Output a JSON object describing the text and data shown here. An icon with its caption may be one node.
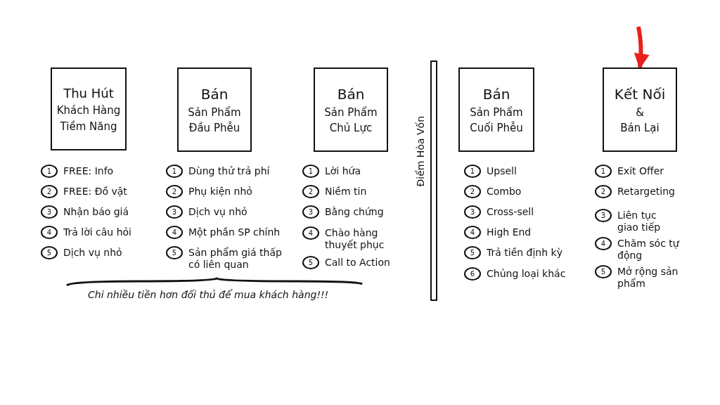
{
  "diagram": {
    "nodes": [
      {
        "text": [
          "Thu Hút",
          "Khách Hàng",
          "Tiềm Năng"
        ]
      },
      {
        "text": [
          "1"
        ],
        "beside": [
          "FREE: Info"
        ]
      },
      {
        "text": [
          "2"
        ],
        "beside": [
          "FREE: Đồ vật"
        ]
      },
      {
        "text": [
          "3"
        ],
        "beside": [
          "Nhận báo giá"
        ]
      },
      {
        "text": [
          "4"
        ],
        "beside": [
          "Trả lời câu hỏi"
        ]
      },
      {
        "text": [
          "5"
        ],
        "beside": [
          "Dịch vụ nhỏ"
        ]
      },
      {
        "text": [
          "Bán",
          "Sản Phẩm",
          "Đầu Phễu"
        ]
      },
      {
        "text": [
          "1"
        ],
        "beside": [
          "Dùng thử trả phí"
        ]
      },
      {
        "text": [
          "2"
        ],
        "beside": [
          "Phụ kiện nhỏ"
        ]
      },
      {
        "text": [
          "3"
        ],
        "beside": [
          "Dịch vụ nhỏ"
        ]
      },
      {
        "text": [
          "4"
        ],
        "beside": [
          "Một phần SP chính"
        ]
      },
      {
        "text": [
          "5"
        ],
        "beside": [
          "Sản phẩm giá thấp có liên quan"
        ]
      },
      {
        "text": [
          "Bán",
          "Sản Phẩm",
          "Chủ Lực"
        ]
      },
      {
        "text": [
          "1"
        ],
        "beside": [
          "Lời hứa"
        ]
      },
      {
        "text": [
          "2"
        ],
        "beside": [
          "Niềm tin"
        ]
      },
      {
        "text": [
          "3"
        ],
        "beside": [
          "Bằng chứng"
        ]
      },
      {
        "text": [
          "4"
        ],
        "beside": [
          "Chào hàng thuyết phục"
        ]
      },
      {
        "text": [
          "5"
        ],
        "beside": [
          "Call to Action"
        ]
      },
      {
        "text": [],
        "shape": "bar",
        "beside": [
          "Điểm Hòa Vốn"
        ]
      },
      {
        "text": [
          "Bán",
          "Sản Phẩm",
          "Cuối Phễu"
        ]
      },
      {
        "text": [
          "1"
        ],
        "beside": [
          "Upsell"
        ]
      },
      {
        "text": [
          "2"
        ],
        "beside": [
          "Combo"
        ]
      },
      {
        "text": [
          "3"
        ],
        "beside": [
          "Cross-sell"
        ]
      },
      {
        "text": [
          "4"
        ],
        "beside": [
          "High End"
        ]
      },
      {
        "text": [
          "5"
        ],
        "beside": [
          "Trả tiền định kỳ"
        ]
      },
      {
        "text": [
          "6"
        ],
        "beside": [
          "Chủng loại khác"
        ]
      },
      {
        "text": [
          "Kết Nối",
          "&",
          "Bán Lại"
        ]
      },
      {
        "text": [
          "1"
        ],
        "beside": [
          "Exit Offer"
        ]
      },
      {
        "text": [
          "2"
        ],
        "beside": [
          "Retargeting"
        ]
      },
      {
        "text": [
          "3"
        ],
        "beside": [
          "Liên tục giao tiếp"
        ]
      },
      {
        "text": [
          "4"
        ],
        "beside": [
          "Chăm sóc tự động"
        ]
      },
      {
        "text": [
          "5"
        ],
        "beside": [
          "Mở rộng sản phẩm"
        ]
      }
    ],
    "edges": [
      {
        "from": null,
        "to": 26,
        "arrow": "to",
        "color": "#e8201c"
      }
    ],
    "labels": [
      "Chi nhiều tiền hơn đối thủ để mua khách hàng!!!"
    ]
  }
}
